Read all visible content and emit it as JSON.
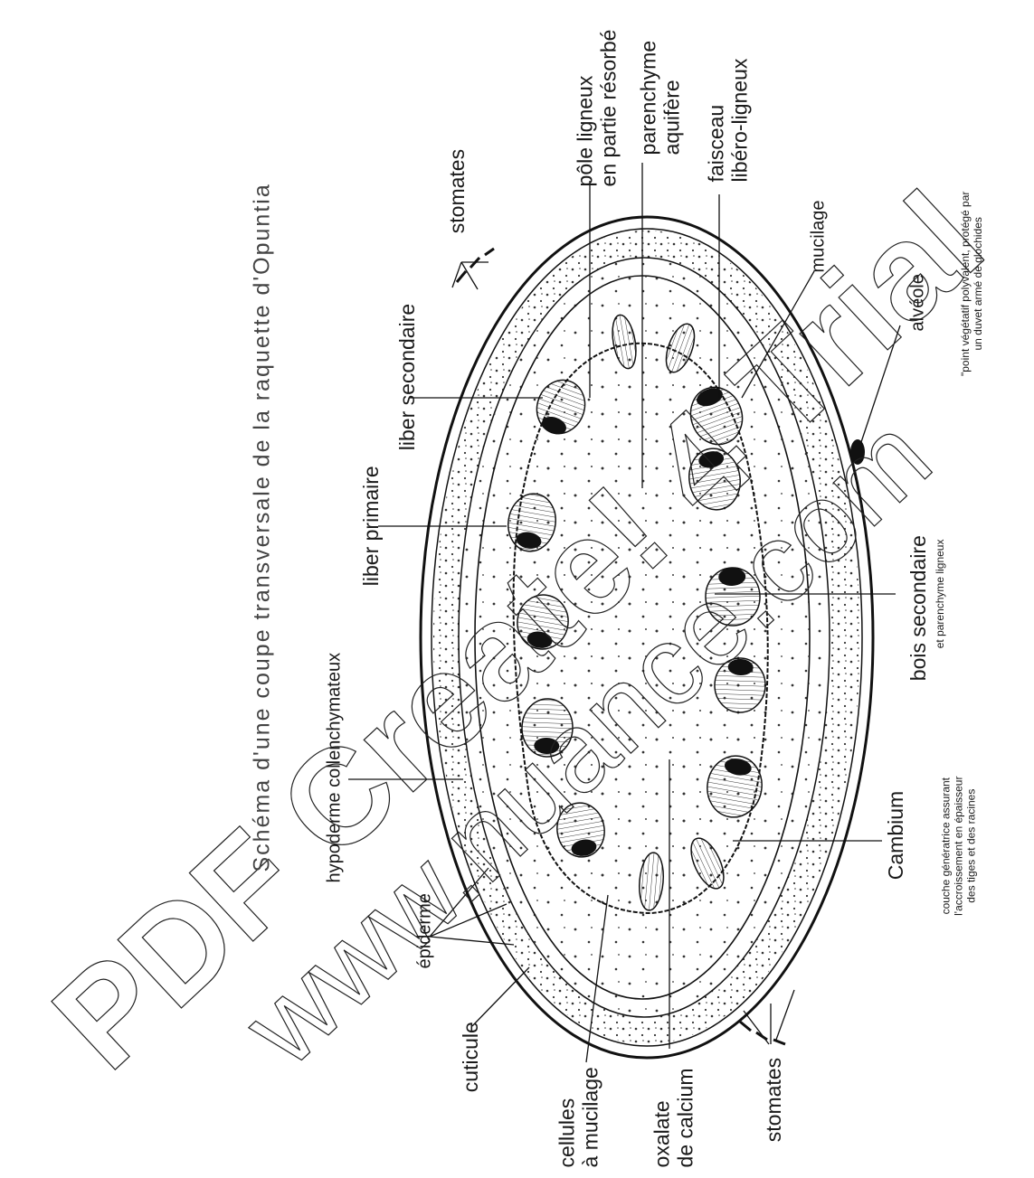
{
  "title": "Schéma d'une coupe transversale de la raquette d'Opuntia",
  "labels": {
    "stomates_top": "stomates",
    "pole_ligneux": "pôle ligneux",
    "pole_ligneux_2": "en partie résorbé",
    "parenchyme": "parenchyme",
    "parenchyme_2": "aquifère",
    "faisceau": "faisceau",
    "faisceau_2": "libéro-ligneux",
    "mucilage": "mucilage",
    "alveole": "alvéole",
    "alveole_note_1": "\"point végétatif polyvalent, protégé par",
    "alveole_note_2": "un duvet armé de glochides",
    "liber_secondaire": "liber secondaire",
    "liber_primaire": "liber primaire",
    "hypoderme": "hypoderme collenchymateux",
    "bois_secondaire": "bois secondaire",
    "bois_note": "et parenchyme ligneux",
    "cambium": "Cambium",
    "cambium_note_1": "couche génératrice assurant",
    "cambium_note_2": "l'accroissement en épaisseur",
    "cambium_note_3": "des tiges et des racines",
    "epiderme": "épiderme",
    "cuticule": "cuticule",
    "cellules": "cellules",
    "cellules_2": "à mucilage",
    "oxalate": "oxalate",
    "oxalate_2": "de calcium",
    "stomates_bottom": "stomates"
  },
  "watermark": {
    "line1": "PDF Create! 4 Trial",
    "line2": "www.nuance.com"
  }
}
